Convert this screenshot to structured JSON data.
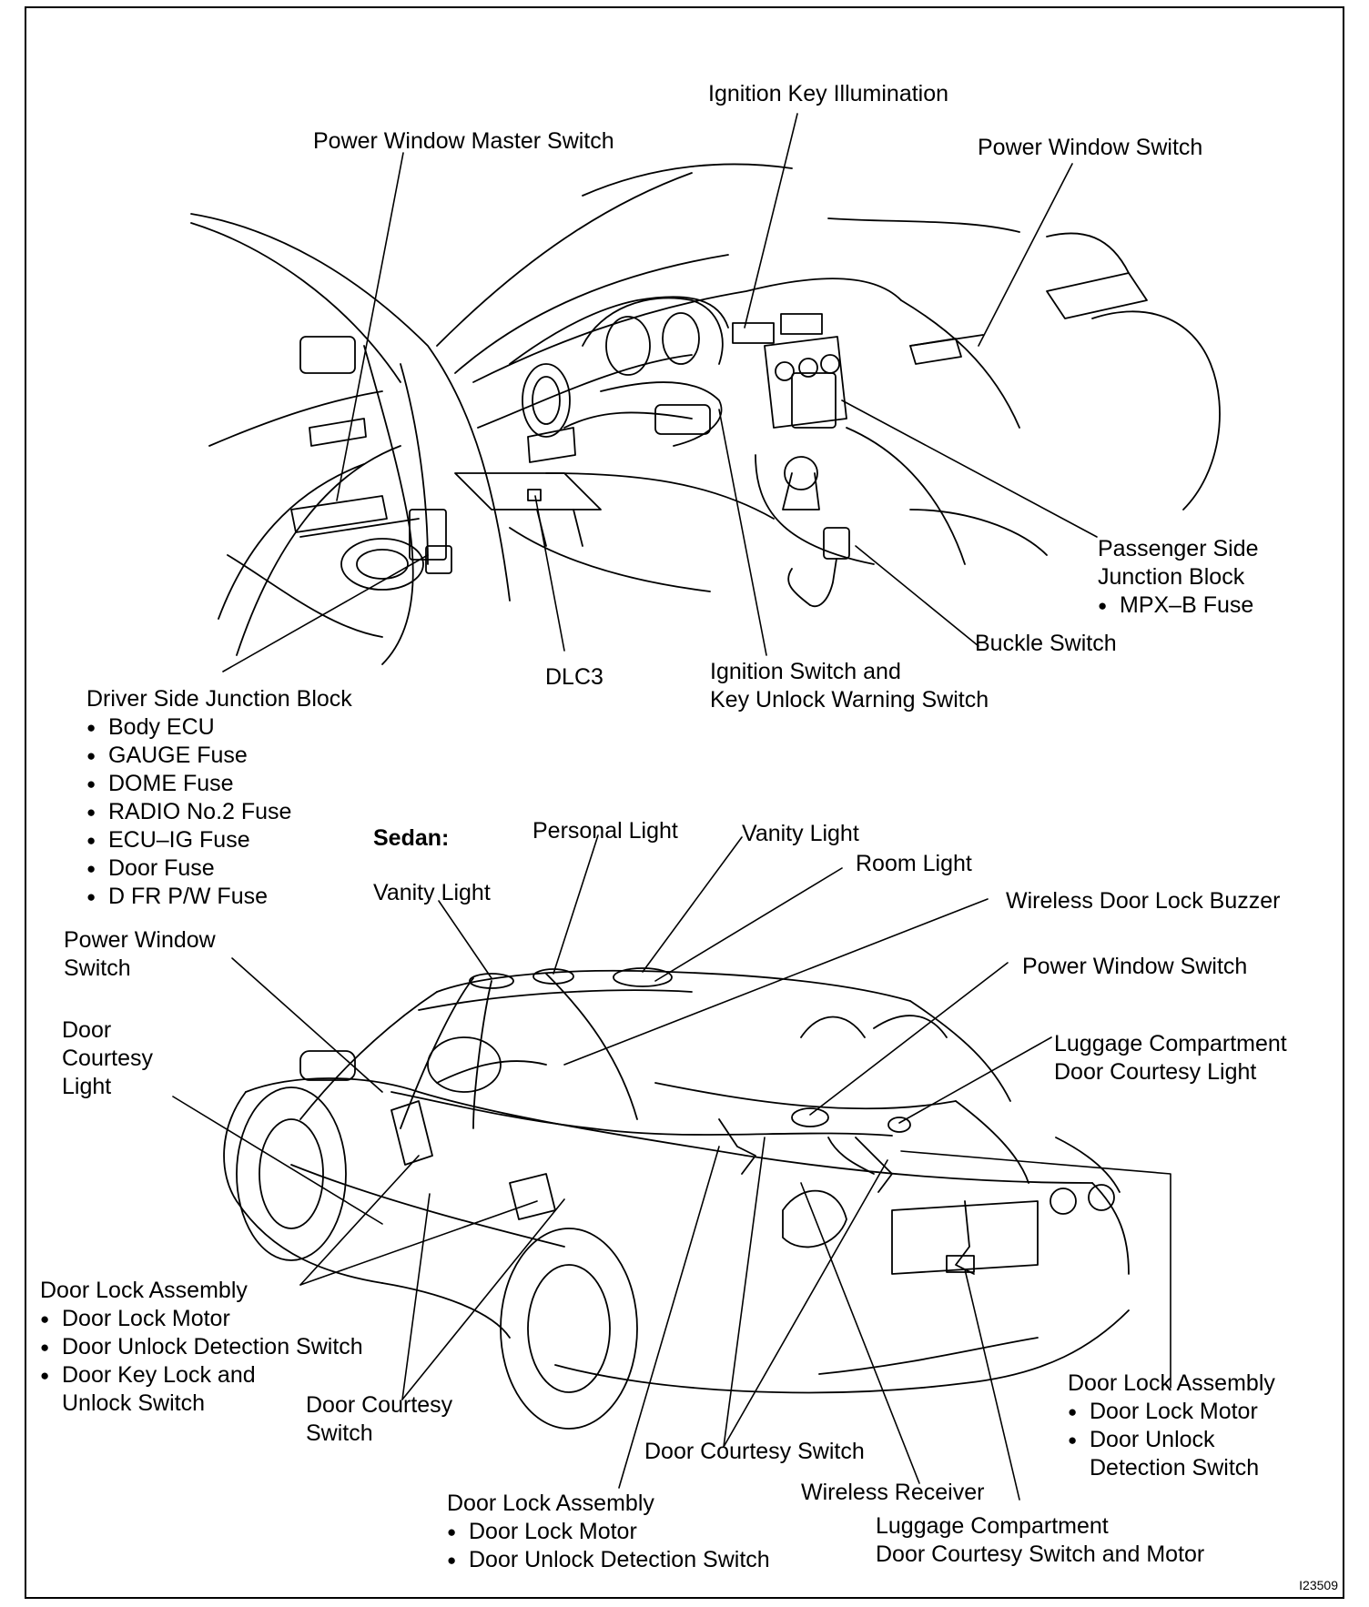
{
  "upper": {
    "ignition_key_illumination": "Ignition Key Illumination",
    "power_window_master_switch": "Power Window Master Switch",
    "power_window_switch": "Power Window Switch",
    "passenger_side_jb": {
      "title_line1": "Passenger Side",
      "title_line2": "Junction Block",
      "items": [
        "MPX–B Fuse"
      ]
    },
    "buckle_switch": "Buckle Switch",
    "dlc3": "DLC3",
    "ignition_switch_line1": "Ignition Switch and",
    "ignition_switch_line2": "Key Unlock Warning Switch",
    "driver_side_jb": {
      "title": "Driver Side Junction Block",
      "items": [
        "Body ECU",
        "GAUGE Fuse",
        "DOME Fuse",
        "RADIO No.2 Fuse",
        "ECU–IG Fuse",
        "Door Fuse",
        "D FR P/W Fuse"
      ]
    }
  },
  "lower": {
    "section_title": "Sedan:",
    "personal_light": "Personal Light",
    "vanity_light_right": "Vanity Light",
    "room_light": "Room Light",
    "vanity_light_left": "Vanity Light",
    "wireless_buzzer": "Wireless Door Lock Buzzer",
    "power_window_switch_left": {
      "line1": "Power Window",
      "line2": "Switch"
    },
    "power_window_switch_right": "Power Window Switch",
    "door_courtesy_light": {
      "line1": "Door",
      "line2": "Courtesy",
      "line3": "Light"
    },
    "luggage_light": {
      "line1": "Luggage Compartment",
      "line2": "Door Courtesy Light"
    },
    "door_lock_front": {
      "title": "Door Lock Assembly",
      "items": [
        "Door Lock Motor",
        "Door Unlock Detection Switch",
        "Door Key Lock and"
      ],
      "continuation": "Unlock Switch"
    },
    "door_courtesy_switch_left": {
      "line1": "Door Courtesy",
      "line2": "Switch"
    },
    "door_courtesy_switch_center": "Door Courtesy Switch",
    "wireless_receiver": "Wireless Receiver",
    "door_lock_rear_center": {
      "title": "Door Lock Assembly",
      "items": [
        "Door Lock Motor",
        "Door Unlock Detection Switch"
      ]
    },
    "door_lock_rear_right": {
      "title": "Door Lock Assembly",
      "items": [
        "Door Lock Motor",
        "Door Unlock"
      ],
      "continuation": "Detection Switch"
    },
    "luggage_switch": {
      "line1": "Luggage Compartment",
      "line2": "Door Courtesy Switch and Motor"
    }
  },
  "figure_code": "I23509"
}
